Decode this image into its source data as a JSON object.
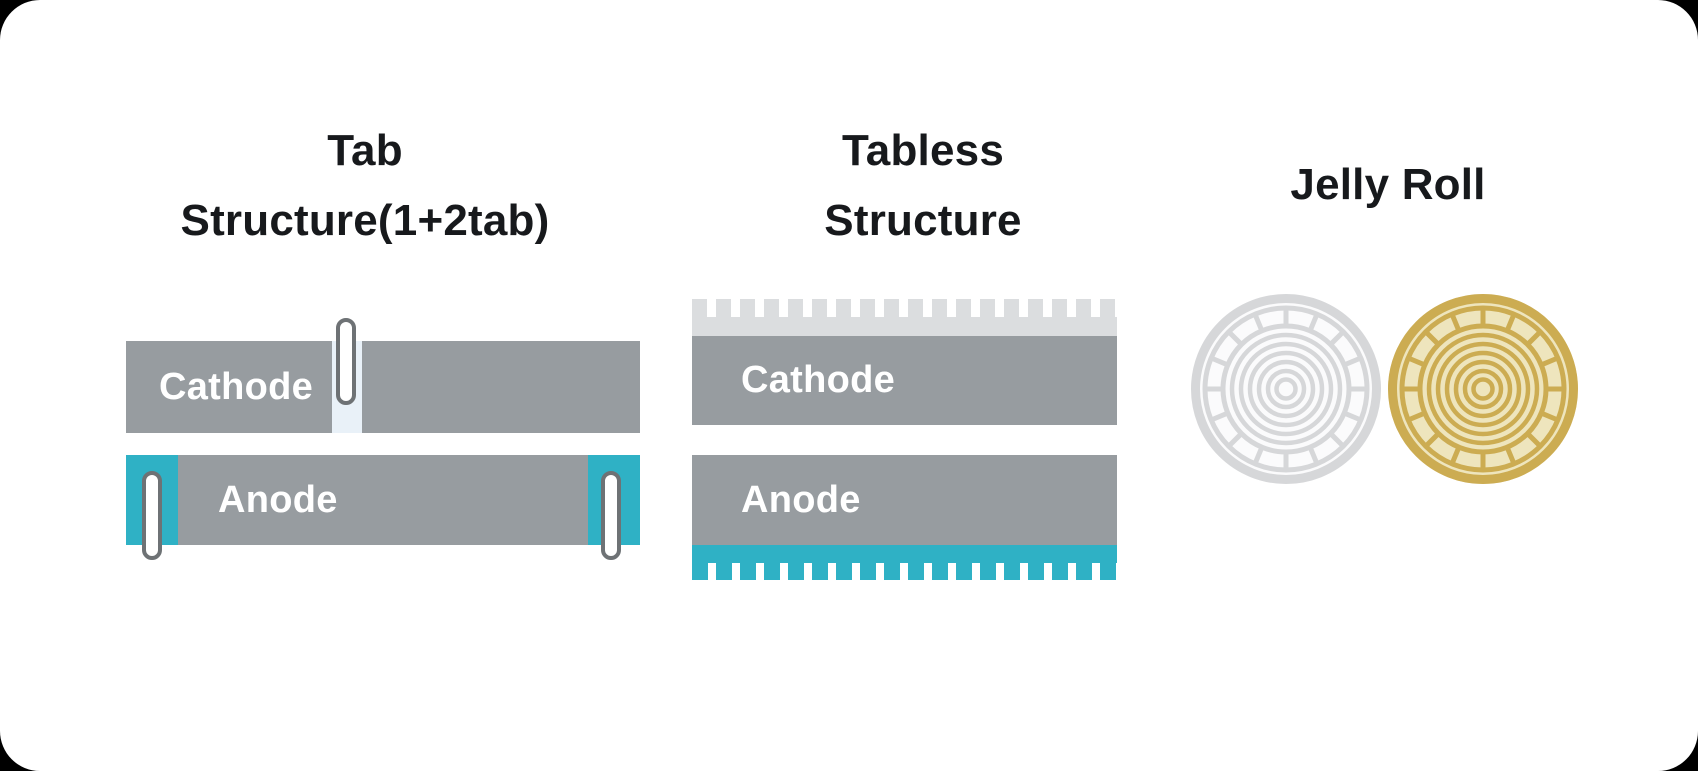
{
  "columns": [
    {
      "id": "tab-structure",
      "title_lines": [
        "Tab",
        "Structure(1+2tab)"
      ],
      "cathode_label": "Cathode",
      "anode_label": "Anode",
      "cathode_tab_count": 1,
      "anode_tab_count": 2
    },
    {
      "id": "tabless-structure",
      "title_lines": [
        "Tabless",
        "Structure"
      ],
      "cathode_label": "Cathode",
      "anode_label": "Anode"
    },
    {
      "id": "jelly-roll",
      "title_lines": [
        "Jelly Roll"
      ]
    }
  ],
  "jelly_roll": {
    "segments": 16,
    "inner_ring_radii": [
      54,
      45,
      36,
      27,
      18,
      9.5
    ],
    "rolls": [
      {
        "variant": "light-gray",
        "stroke": "#D6D7D9",
        "fill": "#FBFBFC"
      },
      {
        "variant": "gold",
        "stroke": "#CCAC52",
        "fill": "#EEE5BD"
      }
    ]
  },
  "colors": {
    "page_background": "#000000",
    "card_background": "#FFFFFF",
    "title_text": "#17191C",
    "label_text": "#FFFFFF",
    "electrode_gray": "#979CA0",
    "anode_teal": "#2FB1C5",
    "cathode_foil_gray": "#DBDDDF",
    "tab_slot_blue": "#E9F1F8",
    "tab_pill_fill": "#FFFFFF",
    "tab_pill_border": "#6E7275"
  }
}
